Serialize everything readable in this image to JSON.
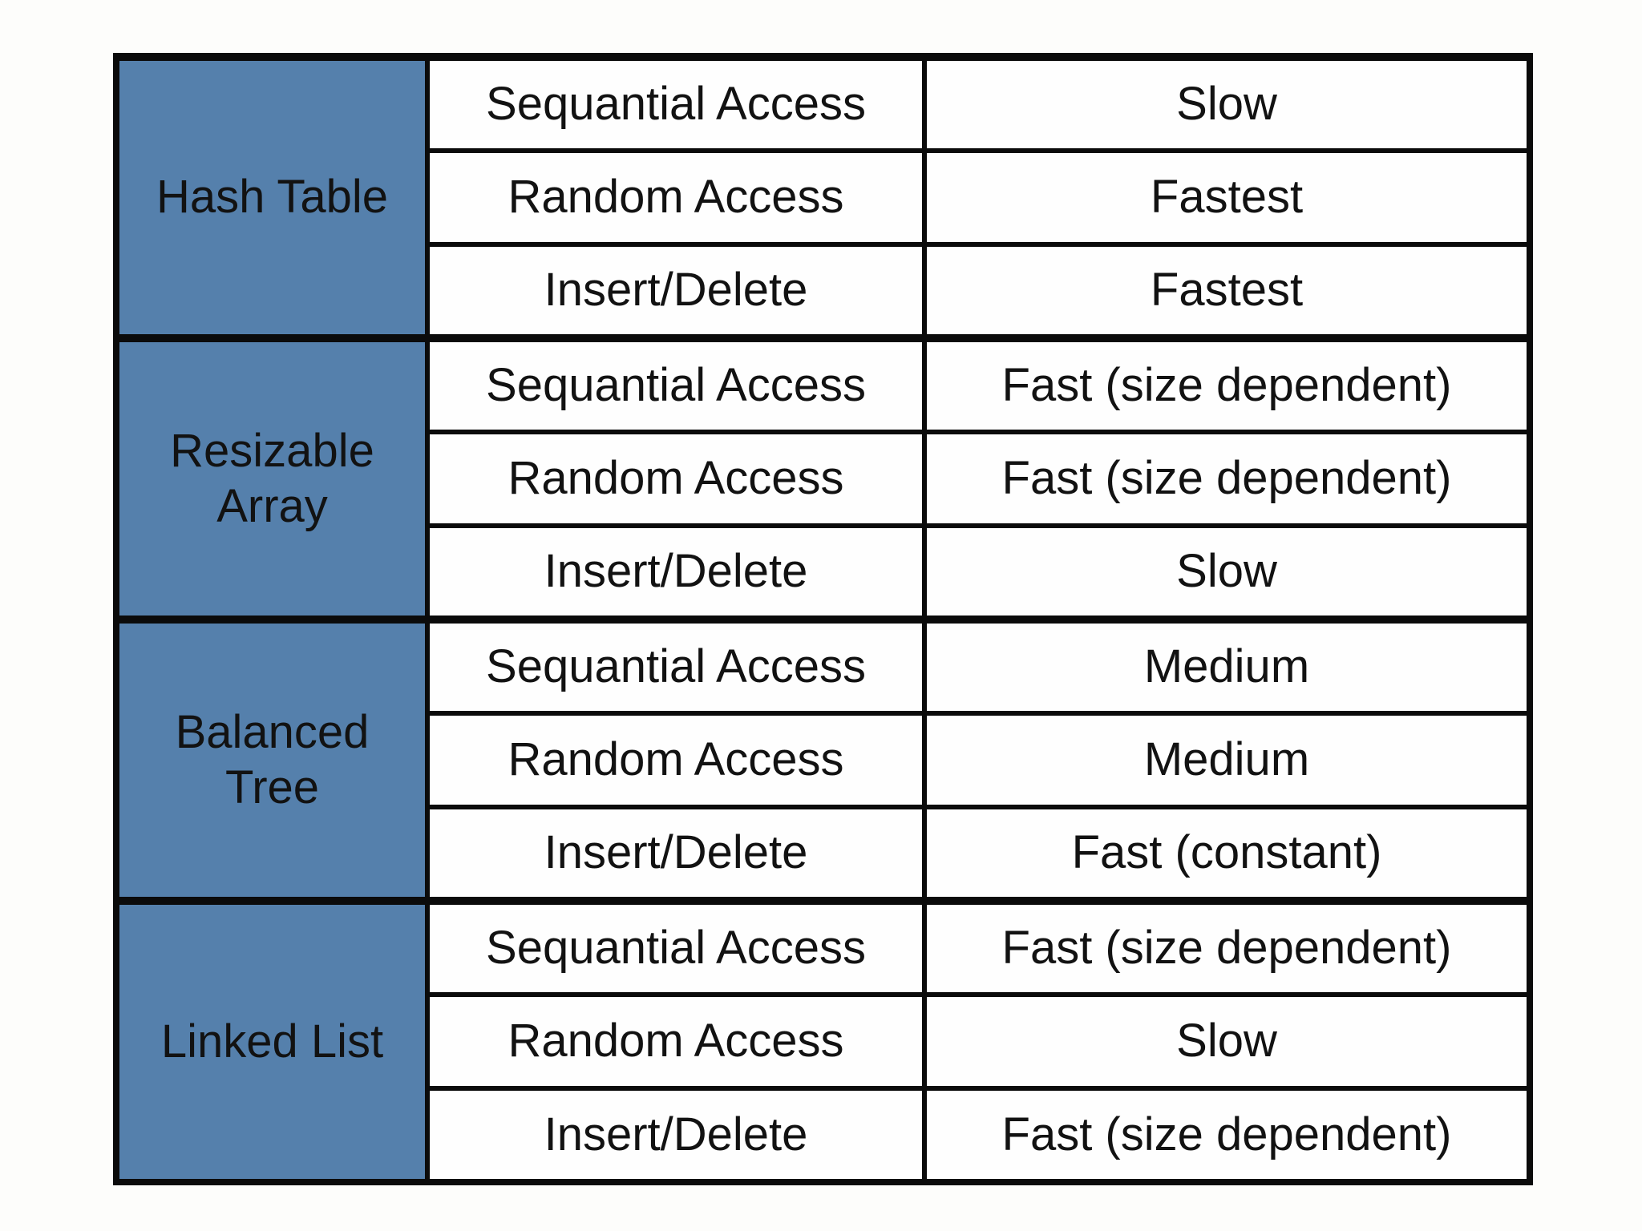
{
  "table": {
    "colors": {
      "label_bg": "#5580ac",
      "label_text": "#fbfbfb",
      "value_text": "#121212",
      "highlight_red": "#f80c06",
      "border": "#0b0b0b",
      "cell_bg": "#fefefe"
    },
    "groups": [
      {
        "name": "Hash Table",
        "rows": [
          {
            "operation": "Sequantial Access",
            "value": "Slow",
            "highlight": false
          },
          {
            "operation": "Random Access",
            "value": "Fastest",
            "highlight": false
          },
          {
            "operation": "Insert/Delete",
            "value": "Fastest",
            "highlight": false
          }
        ]
      },
      {
        "name": "Resizable Array",
        "rows": [
          {
            "operation": "Sequantial Access",
            "value": "Fast (size dependent)",
            "highlight": false
          },
          {
            "operation": "Random Access",
            "value": "Fast (size dependent)",
            "highlight": true
          },
          {
            "operation": "Insert/Delete",
            "value": "Slow",
            "highlight": true
          }
        ]
      },
      {
        "name": "Balanced Tree",
        "rows": [
          {
            "operation": "Sequantial Access",
            "value": "Medium",
            "highlight": false
          },
          {
            "operation": "Random Access",
            "value": "Medium",
            "highlight": false
          },
          {
            "operation": "Insert/Delete",
            "value": "Fast (constant)",
            "highlight": false
          }
        ]
      },
      {
        "name": "Linked List",
        "rows": [
          {
            "operation": "Sequantial Access",
            "value": "Fast (size dependent)",
            "highlight": false
          },
          {
            "operation": "Random Access",
            "value": "Slow",
            "highlight": true
          },
          {
            "operation": "Insert/Delete",
            "value": "Fast (size dependent)",
            "highlight": true
          }
        ]
      }
    ]
  },
  "chart_data": {
    "type": "table",
    "row_groups": [
      "Hash Table",
      "Resizable Array",
      "Balanced Tree",
      "Linked List"
    ],
    "operations_per_group": [
      "Sequantial Access",
      "Random Access",
      "Insert/Delete"
    ],
    "values": [
      [
        "Slow",
        "Fastest",
        "Fastest"
      ],
      [
        "Fast (size dependent)",
        "Fast (size dependent)",
        "Slow"
      ],
      [
        "Medium",
        "Medium",
        "Fast (constant)"
      ],
      [
        "Fast (size dependent)",
        "Slow",
        "Fast (size dependent)"
      ]
    ],
    "red_highlighted_values": [
      [
        "Resizable Array",
        "Random Access",
        "Fast (size dependent)"
      ],
      [
        "Resizable Array",
        "Insert/Delete",
        "Slow"
      ],
      [
        "Linked List",
        "Random Access",
        "Slow"
      ],
      [
        "Linked List",
        "Insert/Delete",
        "Fast (size dependent)"
      ]
    ],
    "title": "",
    "legend": "none",
    "grid": "full black borders, blue group-label column"
  }
}
